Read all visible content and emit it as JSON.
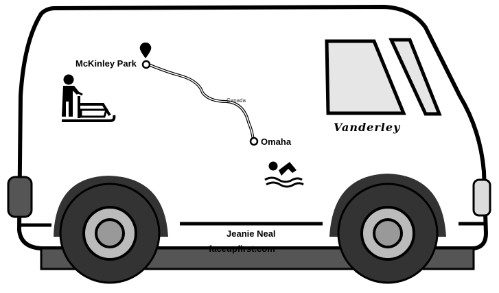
{
  "map": {
    "start_label": "McKinley Park",
    "end_label": "Omaha",
    "route_label": "Canada"
  },
  "vehicle": {
    "brand": "Vanderley",
    "owner_name": "Jeanie Neal",
    "website": "faceupfirst.com"
  },
  "icons": {
    "sled": "dog-sled-icon",
    "swimmer": "swimmer-icon",
    "pin": "map-pin-icon"
  }
}
